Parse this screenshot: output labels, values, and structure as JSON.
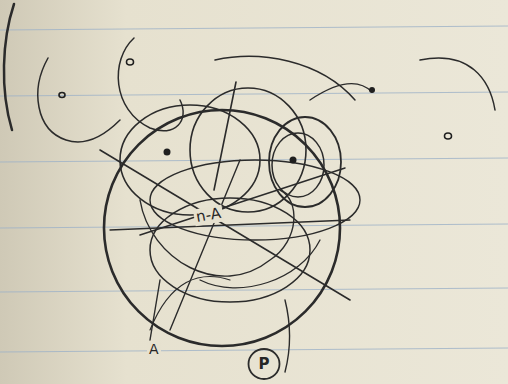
{
  "diagram": {
    "nodes": [
      {
        "text": [
          "P"
        ]
      }
    ],
    "labels": [
      "n-A",
      "A"
    ]
  }
}
